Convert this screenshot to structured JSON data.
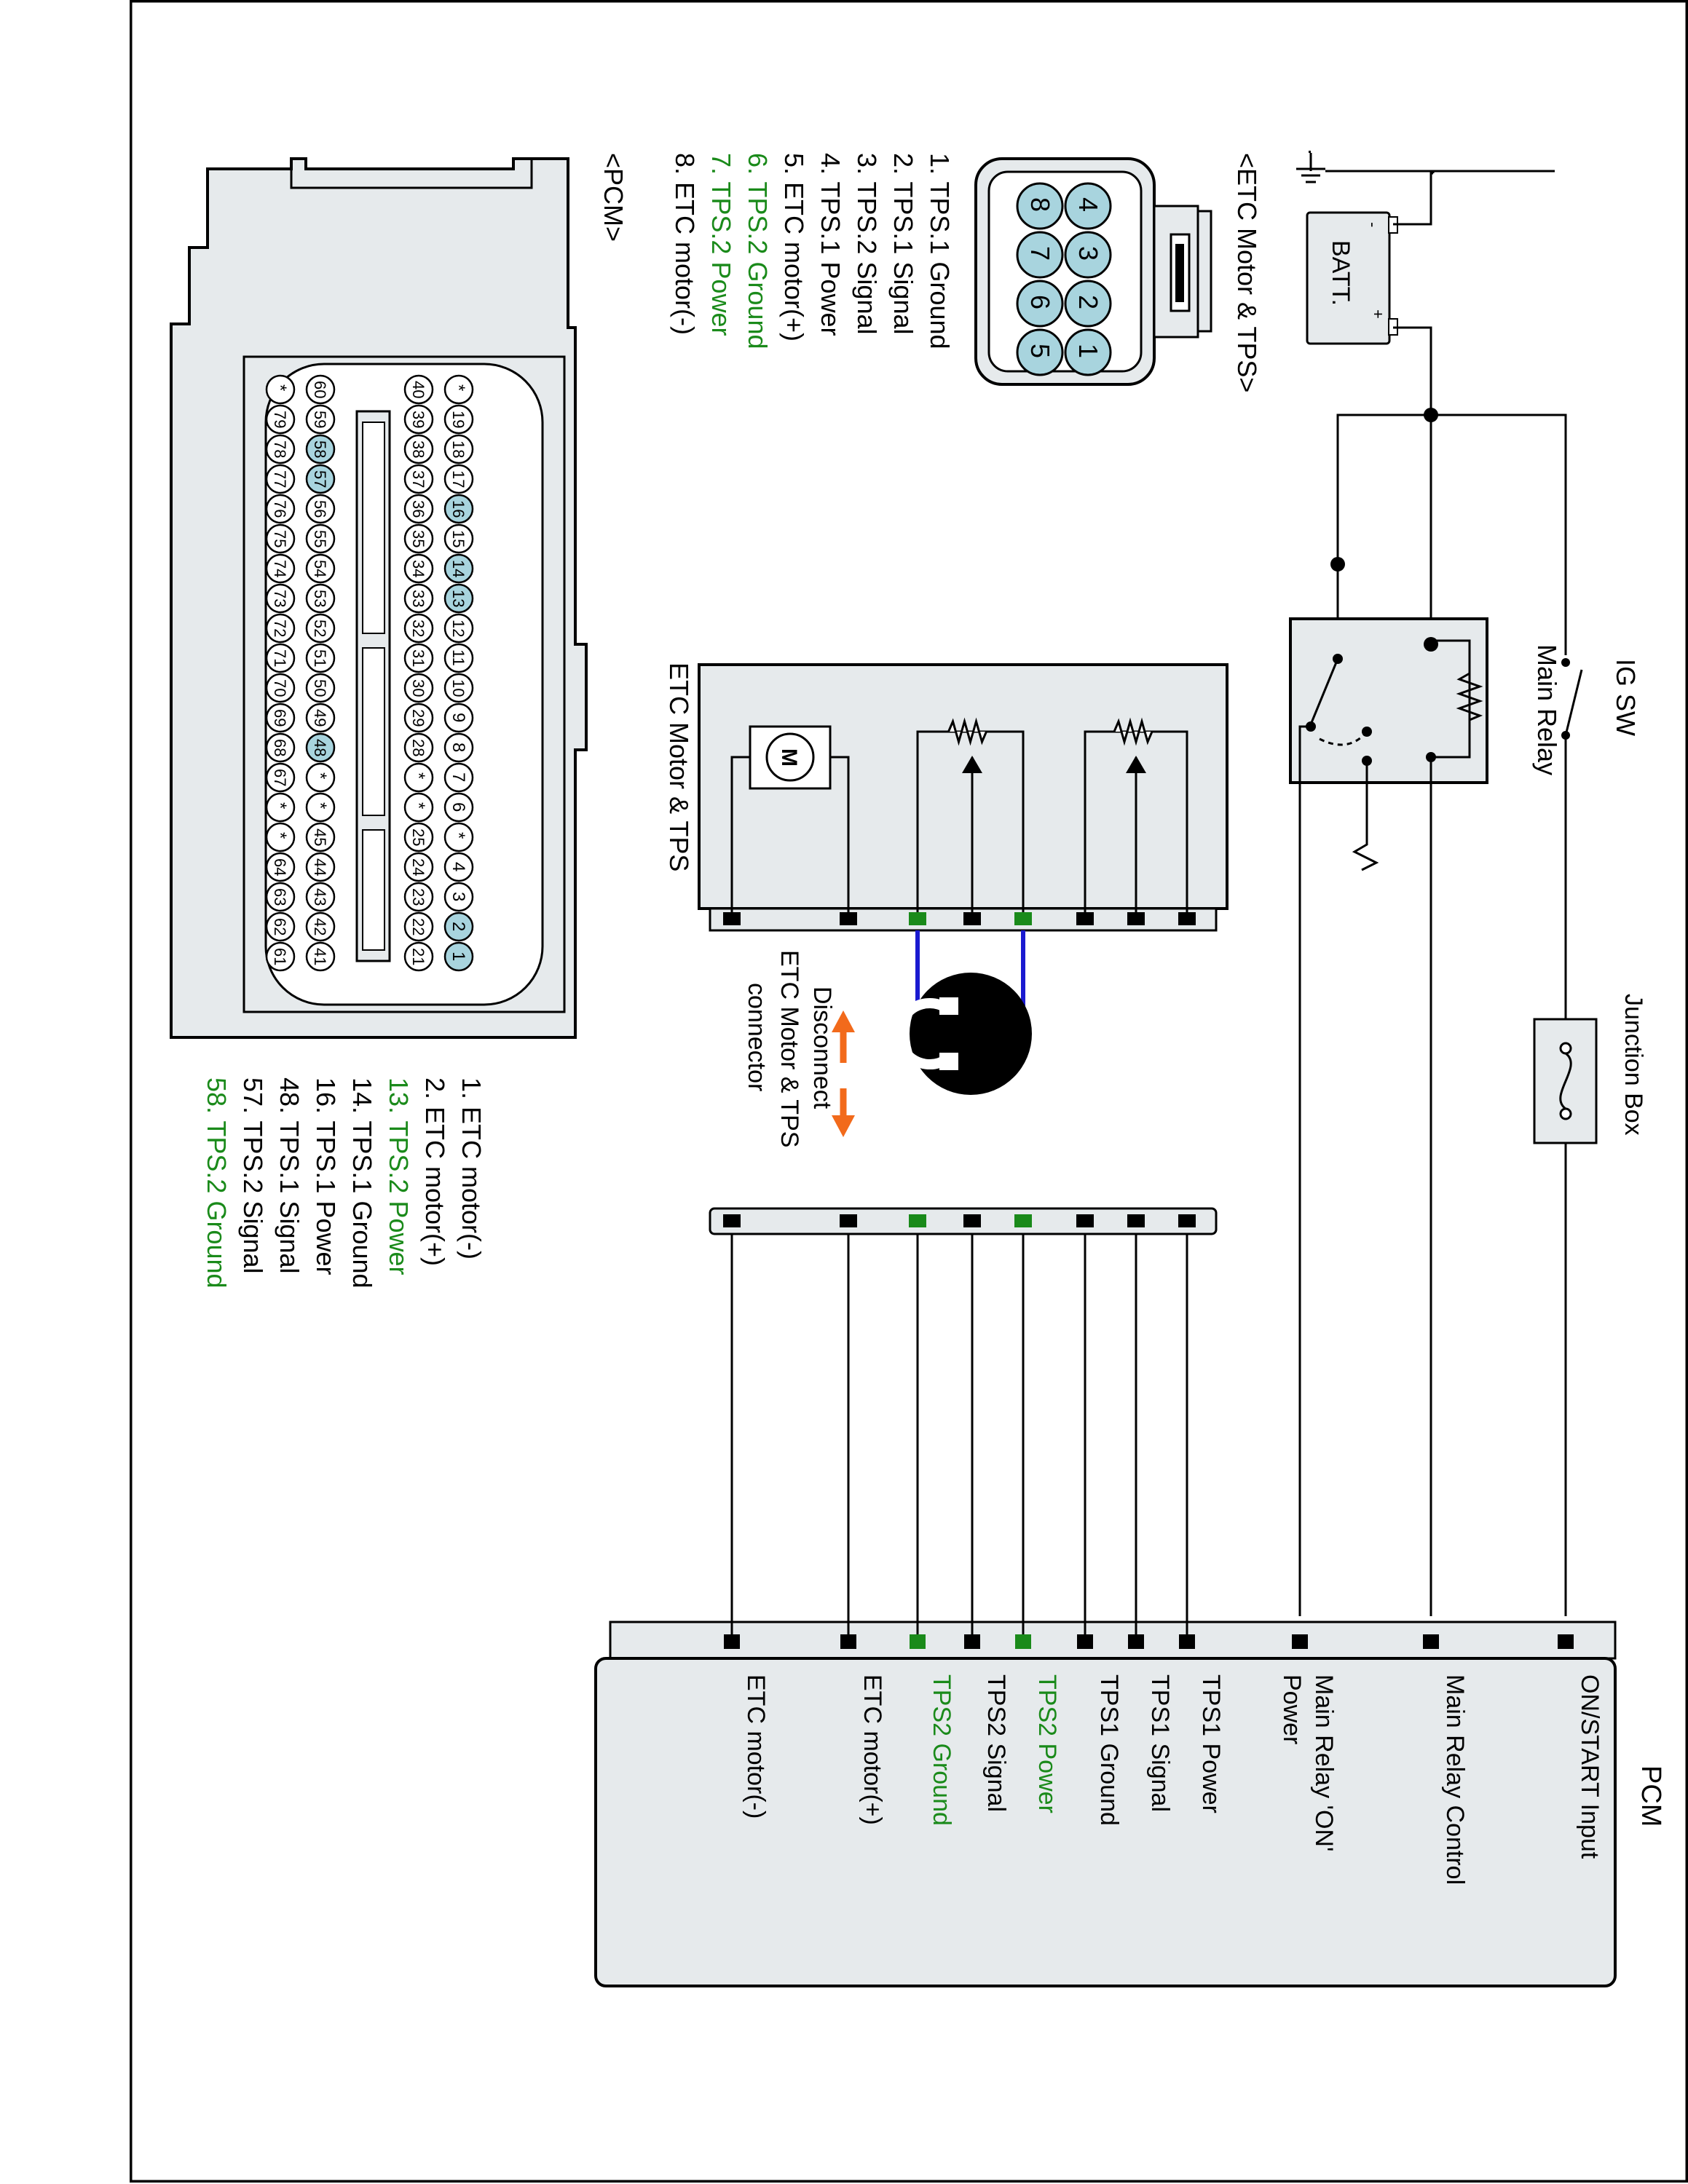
{
  "colors": {
    "green": "#1a8a1a",
    "blue": "#1a1ad0",
    "orange": "#f26a1b",
    "pin_highlight": "#a8d4de",
    "connector_fill": "#e6eaec",
    "line": "#000000"
  },
  "top": {
    "ig_sw": "IG SW",
    "main_relay": "Main Relay",
    "junction_box": "Junction Box",
    "batt": "BATT.",
    "batt_minus": "-",
    "batt_plus": "+"
  },
  "etc_connector": {
    "title": "<ETC Motor & TPS>",
    "pins_row1": [
      "4",
      "3",
      "2",
      "1"
    ],
    "pins_row2": [
      "8",
      "7",
      "6",
      "5"
    ],
    "legend": [
      {
        "text": "1. TPS.1 Ground",
        "green": false
      },
      {
        "text": "2. TPS.1 Signal",
        "green": false
      },
      {
        "text": "3. TPS.2 Signal",
        "green": false
      },
      {
        "text": "4. TPS.1 Power",
        "green": false
      },
      {
        "text": "5. ETC motor(+)",
        "green": false
      },
      {
        "text": "6. TPS.2 Ground",
        "green": true
      },
      {
        "text": "7. TPS.2 Power",
        "green": true
      },
      {
        "text": "8. ETC motor(-)",
        "green": false
      }
    ]
  },
  "etc_component": {
    "title": "ETC Motor & TPS",
    "motor": "M"
  },
  "disconnect": {
    "line1": "Disconnect",
    "line2": "ETC Motor & TPS",
    "line3": "connector"
  },
  "pcm_connector": {
    "title": "<PCM>",
    "row1": [
      "*",
      "19",
      "18",
      "17",
      "16",
      "15",
      "14",
      "13",
      "12",
      "11",
      "10",
      "9",
      "8",
      "7",
      "6",
      "*",
      "4",
      "3",
      "2",
      "1"
    ],
    "row1_hl": [
      "16",
      "14",
      "13",
      "2",
      "1"
    ],
    "row2": [
      "40",
      "39",
      "38",
      "37",
      "36",
      "35",
      "34",
      "33",
      "32",
      "31",
      "30",
      "29",
      "28",
      "*",
      "*",
      "25",
      "24",
      "23",
      "22",
      "21"
    ],
    "row3": [
      "60",
      "59",
      "58",
      "57",
      "56",
      "55",
      "54",
      "53",
      "52",
      "51",
      "50",
      "49",
      "48",
      "*",
      "*",
      "45",
      "44",
      "43",
      "42",
      "41"
    ],
    "row3_hl": [
      "58",
      "57",
      "48"
    ],
    "row4": [
      "*",
      "79",
      "78",
      "77",
      "76",
      "75",
      "74",
      "73",
      "72",
      "71",
      "70",
      "69",
      "68",
      "67",
      "*",
      "*",
      "64",
      "63",
      "62",
      "61"
    ],
    "legend": [
      {
        "text": "1. ETC motor(-)",
        "green": false
      },
      {
        "text": "2. ETC motor(+)",
        "green": false
      },
      {
        "text": "13. TPS.2 Power",
        "green": true
      },
      {
        "text": "14. TPS.1 Ground",
        "green": false
      },
      {
        "text": "16. TPS.1 Power",
        "green": false
      },
      {
        "text": "48. TPS.1 Signal",
        "green": false
      },
      {
        "text": "57. TPS.2 Signal",
        "green": false
      },
      {
        "text": "58. TPS.2 Ground",
        "green": true
      }
    ]
  },
  "pcm_box": {
    "title": "PCM",
    "signals": [
      {
        "text": "ON/START Input",
        "green": false
      },
      {
        "text": "Main Relay Control",
        "green": false
      },
      {
        "text": "Main Relay 'ON'",
        "text2": "Power",
        "green": false
      },
      {
        "text": "TPS1 Power",
        "green": false
      },
      {
        "text": "TPS1 Signal",
        "green": false
      },
      {
        "text": "TPS1 Ground",
        "green": false
      },
      {
        "text": "TPS2 Power",
        "green": true
      },
      {
        "text": "TPS2 Signal",
        "green": false
      },
      {
        "text": "TPS2 Ground",
        "green": true
      },
      {
        "text": "ETC motor(+)",
        "green": false
      },
      {
        "text": "ETC motor(-)",
        "green": false
      }
    ]
  }
}
